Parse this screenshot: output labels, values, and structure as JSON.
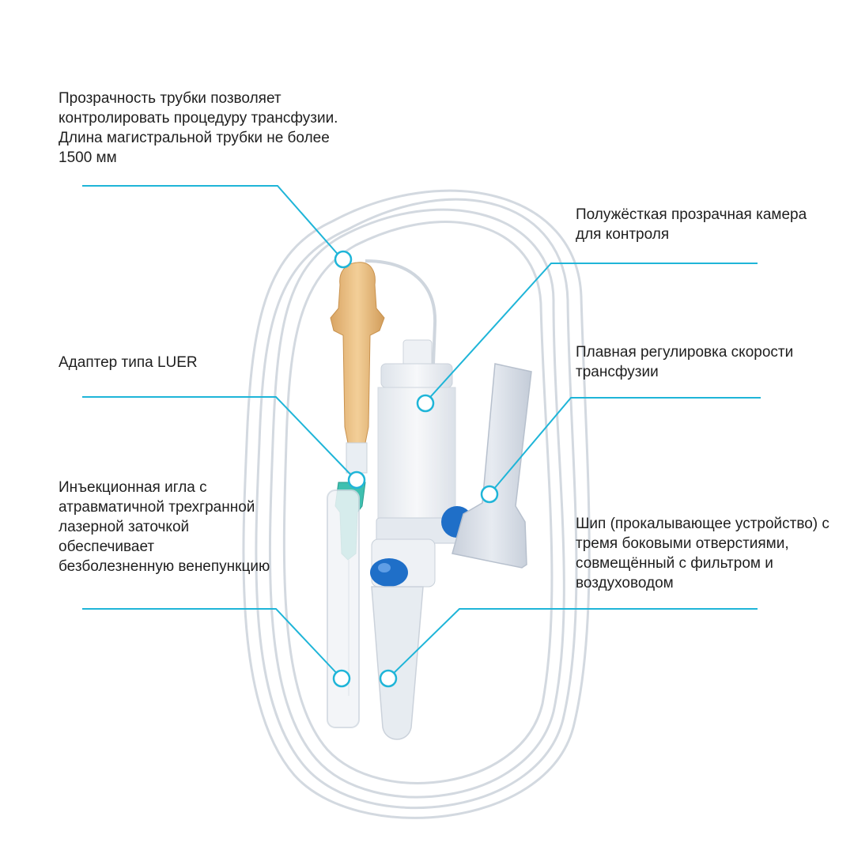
{
  "colors": {
    "accent": "#1fb5d8",
    "text": "#1f1f1f",
    "tube": "#d9dee4",
    "luer_adapter": "#e8b87a",
    "needle_hub": "#3fc0b0",
    "roller_clamp": "#1f6fc8",
    "chamber": "#eef0f3",
    "spike_cap": "#d7dde6"
  },
  "callouts": {
    "tube": "Прозрачность трубки позволяет контролировать процедуру трансфузии. Длина магистральной трубки не более 1500 мм",
    "chamber": "Полужёсткая прозрачная камера для контроля",
    "luer": "Адаптер типа LUER",
    "rate": "Плавная регулировка скорости трансфузии",
    "needle": "Инъекционная игла с атравматичной трехгранной лазерной заточкой обеспечивает безболезненную венепункцию",
    "spike": "Шип (прокалывающее устройство) с тремя боковыми отверстиями, совмещённый с фильтром и воздуховодом"
  },
  "icons": {
    "marker": "circle-marker-icon"
  }
}
